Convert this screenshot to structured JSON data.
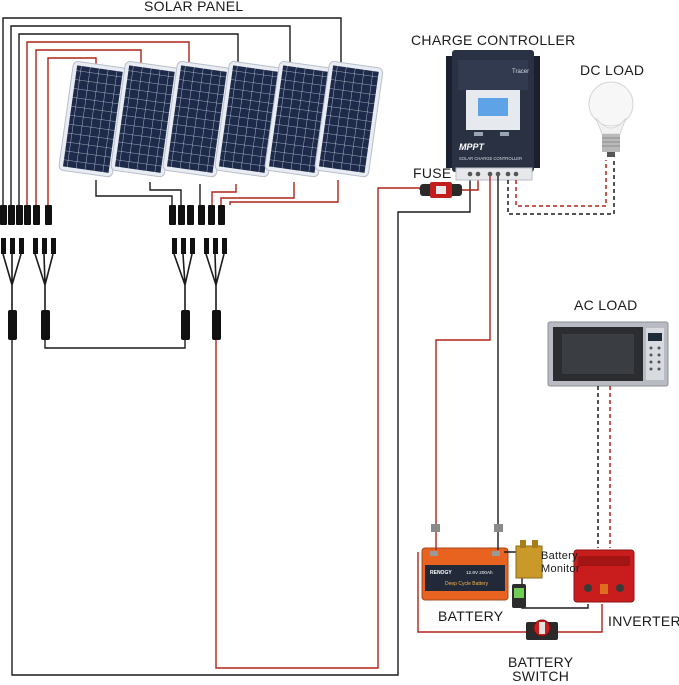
{
  "labels": {
    "solar_panel": "SOLAR PANEL",
    "charge_controller": "CHARGE CONTROLLER",
    "dc_load": "DC LOAD",
    "fuse": "FUSE",
    "ac_load": "AC LOAD",
    "battery": "BATTERY",
    "battery_monitor_line1": "Battery",
    "battery_monitor_line2": "Monitor",
    "inverter": "INVERTER",
    "battery_switch_line1": "BATTERY",
    "battery_switch_line2": "SWITCH"
  },
  "device_text": {
    "controller_brand": "Tracer",
    "controller_mppt": "MPPT",
    "controller_subtitle": "SOLAR CHARGE CONTROLLER",
    "battery_brand": "RENOGY",
    "battery_spec": "12.8V 200Ah",
    "battery_type": "Deep Cycle Battery"
  },
  "colors": {
    "wire_positive": "#b02418",
    "wire_negative": "#1c1c1c",
    "panel_cell": "#1d2a4a",
    "panel_frame": "#e9edf3",
    "controller_body": "#2a3142",
    "controller_screen": "#5ea3e6",
    "battery_body": "#e8631f",
    "inverter_body": "#c91d1d",
    "microwave_body": "#b8bcc2"
  },
  "components": [
    "solar-panel",
    "charge-controller",
    "fuse",
    "dc-load-bulb",
    "ac-load-microwave",
    "battery",
    "battery-monitor-shunt",
    "inverter",
    "battery-switch",
    "mc4-branch-connectors"
  ]
}
